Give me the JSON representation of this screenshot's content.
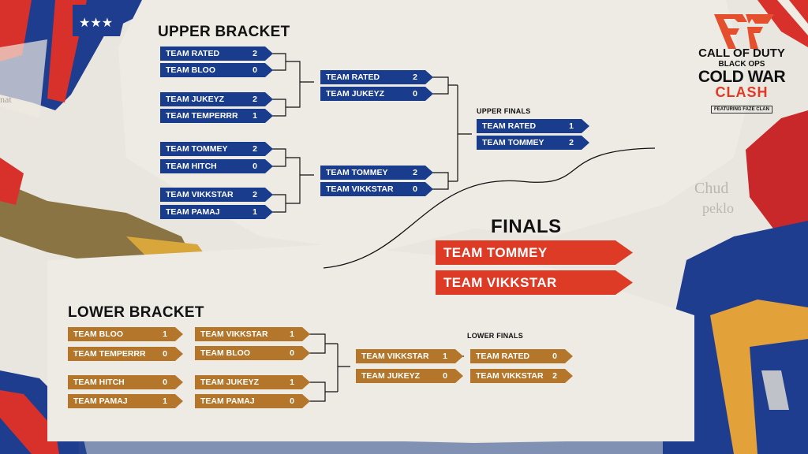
{
  "colors": {
    "upper": "#193c8d",
    "lower": "#b3762a",
    "finals": "#de3b26",
    "paper": "#e9e6df"
  },
  "headings": {
    "upper": "UPPER BRACKET",
    "lower": "LOWER BRACKET",
    "upper_finals": "UPPER FINALS",
    "lower_finals": "LOWER FINALS",
    "finals": "FINALS"
  },
  "upper": {
    "r1": [
      {
        "team": "TEAM RATED",
        "score": "2"
      },
      {
        "team": "TEAM BLOO",
        "score": "0"
      },
      {
        "team": "TEAM JUKEYZ",
        "score": "2"
      },
      {
        "team": "TEAM TEMPERRR",
        "score": "1"
      },
      {
        "team": "TEAM TOMMEY",
        "score": "2"
      },
      {
        "team": "TEAM HITCH",
        "score": "0"
      },
      {
        "team": "TEAM VIKKSTAR",
        "score": "2"
      },
      {
        "team": "TEAM PAMAJ",
        "score": "1"
      }
    ],
    "r2": [
      {
        "team": "TEAM RATED",
        "score": "2"
      },
      {
        "team": "TEAM JUKEYZ",
        "score": "0"
      },
      {
        "team": "TEAM TOMMEY",
        "score": "2"
      },
      {
        "team": "TEAM VIKKSTAR",
        "score": "0"
      }
    ],
    "final": [
      {
        "team": "TEAM RATED",
        "score": "1"
      },
      {
        "team": "TEAM TOMMEY",
        "score": "2"
      }
    ]
  },
  "lower": {
    "r1": [
      {
        "team": "TEAM BLOO",
        "score": "1"
      },
      {
        "team": "TEAM TEMPERRR",
        "score": "0"
      },
      {
        "team": "TEAM HITCH",
        "score": "0"
      },
      {
        "team": "TEAM PAMAJ",
        "score": "1"
      }
    ],
    "r2": [
      {
        "team": "TEAM VIKKSTAR",
        "score": "1"
      },
      {
        "team": "TEAM BLOO",
        "score": "0"
      },
      {
        "team": "TEAM JUKEYZ",
        "score": "1"
      },
      {
        "team": "TEAM PAMAJ",
        "score": "0"
      }
    ],
    "r3": [
      {
        "team": "TEAM VIKKSTAR",
        "score": "1"
      },
      {
        "team": "TEAM JUKEYZ",
        "score": "0"
      }
    ],
    "final": [
      {
        "team": "TEAM RATED",
        "score": "0"
      },
      {
        "team": "TEAM VIKKSTAR",
        "score": "2"
      }
    ]
  },
  "finals": [
    "TEAM TOMMEY",
    "TEAM VIKKSTAR"
  ],
  "logo": {
    "call_of_duty": "CALL OF DUTY",
    "black_ops": "BLACK OPS",
    "cold_war": "COLD WAR",
    "clash": "CLASH",
    "featuring": "FEATURING FAZE CLAN"
  },
  "icons": [
    "faze-clan-icon",
    "faze-clan-flag-icon"
  ]
}
